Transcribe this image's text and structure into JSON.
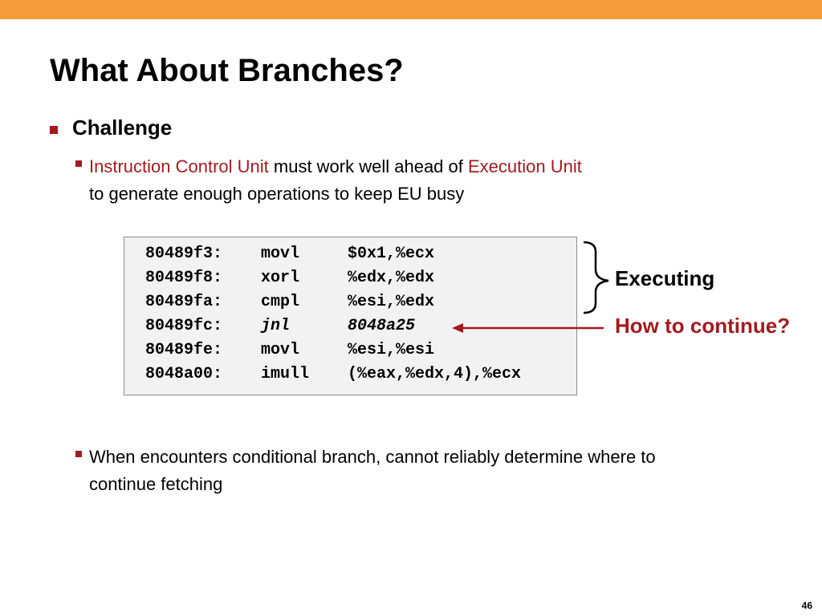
{
  "slide": {
    "title": "What About Branches?",
    "bullet": "Challenge",
    "sub1": {
      "part1": "Instruction Control Unit",
      "part2": " must work well ahead of ",
      "part3": "Execution Unit",
      "line2": "to generate enough operations to keep EU busy"
    },
    "code": [
      {
        "addr": "80489f3:",
        "op": "movl",
        "arg": "$0x1,%ecx"
      },
      {
        "addr": "80489f8:",
        "op": "xorl",
        "arg": "%edx,%edx"
      },
      {
        "addr": "80489fa:",
        "op": "cmpl",
        "arg": "%esi,%edx"
      },
      {
        "addr": "80489fc:",
        "op": "jnl",
        "arg": "8048a25"
      },
      {
        "addr": "80489fe:",
        "op": "movl",
        "arg": "%esi,%esi"
      },
      {
        "addr": "8048a00:",
        "op": "imull",
        "arg": "(%eax,%edx,4),%ecx"
      }
    ],
    "executing_label": "Executing",
    "continue_label": "How to continue?",
    "sub2": {
      "line1": "When encounters conditional branch, cannot reliably determine where to",
      "line2": "continue fetching"
    },
    "page_number": "46"
  },
  "colors": {
    "accent_bar": "#f79a3c",
    "emphasis_red": "#a31a1f"
  }
}
